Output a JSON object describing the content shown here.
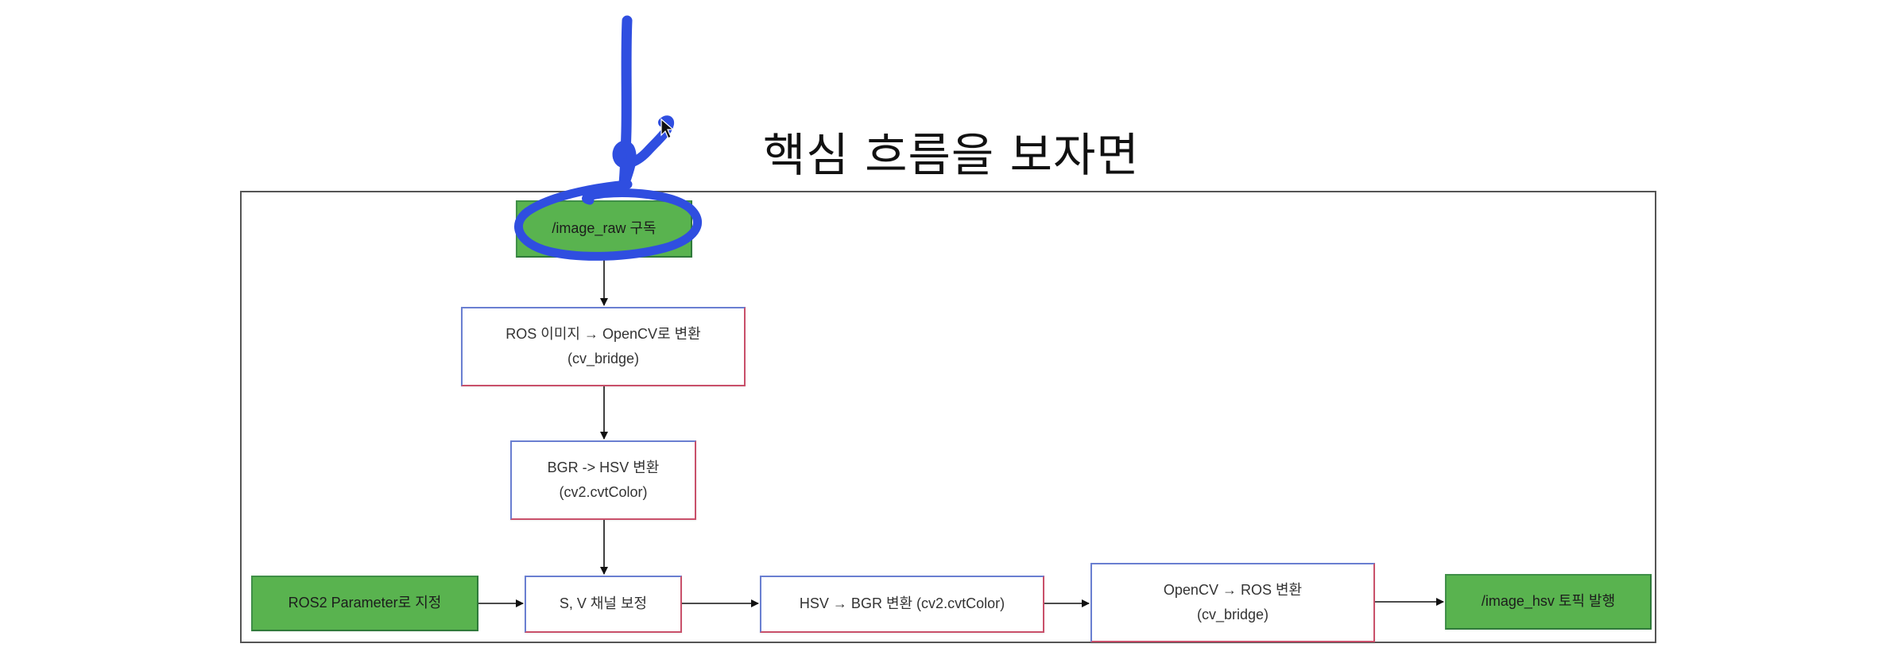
{
  "heading": "핵심 흐름을 보자면",
  "nodes": {
    "subscribe": {
      "line1": "/image_raw 구독"
    },
    "ros_to_cv": {
      "line1": "ROS 이미지 → OpenCV로 변환",
      "line2": "(cv_bridge)"
    },
    "bgr_to_hsv": {
      "line1": "BGR -> HSV 변환",
      "line2": "(cv2.cvtColor)"
    },
    "ros2_param": {
      "line1": "ROS2 Parameter로 지정"
    },
    "sv_correct": {
      "line1": "S, V 채널 보정"
    },
    "hsv_to_bgr": {
      "line1": "HSV → BGR 변환 (cv2.cvtColor)"
    },
    "cv_to_ros": {
      "line1": "OpenCV → ROS 변환",
      "line2": "(cv_bridge)"
    },
    "publish": {
      "line1": "/image_hsv 토픽 발행"
    }
  },
  "colors": {
    "green_node": "#59b34f",
    "node_border_blue": "#6a7fd1",
    "node_border_red": "#c9506a",
    "annotation_ink": "#2f4ee0"
  }
}
